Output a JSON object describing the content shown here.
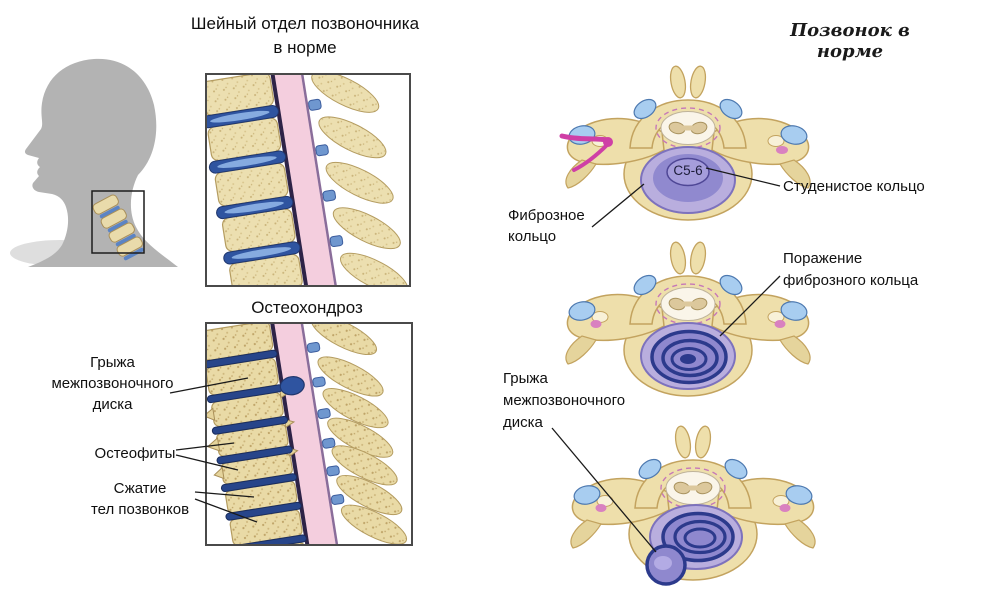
{
  "left": {
    "title_normal": [
      "Шейный отдел позвоночника",
      "в норме"
    ],
    "title_osteo": "Остеохондроз",
    "label_hernia": [
      "Грыжа",
      "межпозвоночного",
      "диска"
    ],
    "label_osteophytes": "Остеофиты",
    "label_compression": [
      "Сжатие",
      "тел позвонков"
    ]
  },
  "right": {
    "title": "Позвонок в норме",
    "disc_level_label": "C5-6",
    "label_fibrous_ring": [
      "Фиброзное",
      "кольцо"
    ],
    "label_nucleus": "Студенистое кольцо",
    "label_annulus_damage": [
      "Поражение",
      "фиброзного кольца"
    ],
    "label_hernia": [
      "Грыжа",
      "межпозвоночного",
      "диска"
    ]
  },
  "colors": {
    "bone": "#eedfab",
    "bone_outline": "#c3a35f",
    "disc_blue": "#2f54a0",
    "disc_highlight": "#86abe0",
    "spinal_cord_pink": "#f4cede",
    "dura_dark": "#2e2347",
    "disc_purple_outer": "#b9aede",
    "disc_purple_inner": "#9089cf",
    "ring_dark_blue": "#2c3a8c",
    "facet_blue": "#a8cdf0",
    "nerve_magenta": "#cf3fa6",
    "silhouette_gray": "#b3b3b3"
  }
}
